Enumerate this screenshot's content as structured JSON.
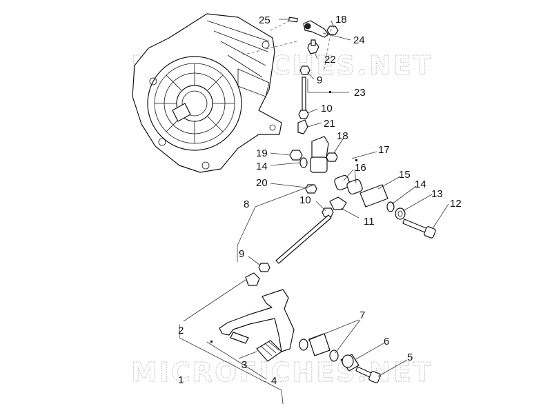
{
  "watermark": {
    "text": "MICROFICHES.NET"
  },
  "callouts": [
    {
      "id": "c25",
      "label": "25"
    },
    {
      "id": "c18a",
      "label": "18"
    },
    {
      "id": "c24",
      "label": "24"
    },
    {
      "id": "c22",
      "label": "22"
    },
    {
      "id": "c9a",
      "label": "9"
    },
    {
      "id": "c23",
      "label": "23"
    },
    {
      "id": "c10a",
      "label": "10"
    },
    {
      "id": "c21",
      "label": "21"
    },
    {
      "id": "c18b",
      "label": "18"
    },
    {
      "id": "c17",
      "label": "17"
    },
    {
      "id": "c19",
      "label": "19"
    },
    {
      "id": "c16",
      "label": "16"
    },
    {
      "id": "c14a",
      "label": "14"
    },
    {
      "id": "c15",
      "label": "15"
    },
    {
      "id": "c20",
      "label": "20"
    },
    {
      "id": "c14b",
      "label": "14"
    },
    {
      "id": "c13",
      "label": "13"
    },
    {
      "id": "c8",
      "label": "8"
    },
    {
      "id": "c10b",
      "label": "10"
    },
    {
      "id": "c12",
      "label": "12"
    },
    {
      "id": "c11",
      "label": "11"
    },
    {
      "id": "c9b",
      "label": "9"
    },
    {
      "id": "c7",
      "label": "7"
    },
    {
      "id": "c2",
      "label": "2"
    },
    {
      "id": "c6",
      "label": "6"
    },
    {
      "id": "c5",
      "label": "5"
    },
    {
      "id": "c3",
      "label": "3"
    },
    {
      "id": "c1",
      "label": "1"
    },
    {
      "id": "c4",
      "label": "4"
    }
  ]
}
